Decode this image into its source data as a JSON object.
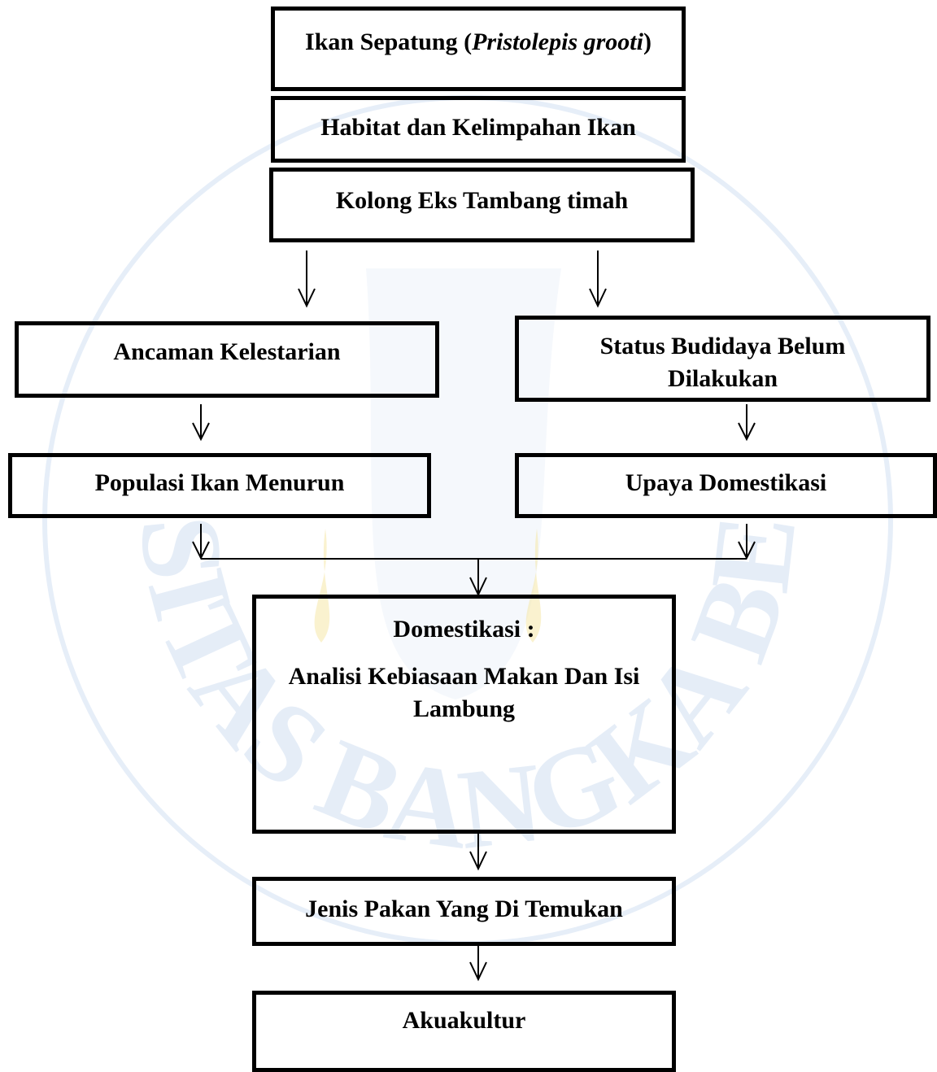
{
  "diagram": {
    "title_box": {
      "prefix": "Ikan Sepatung (",
      "italic": "Pristolepis grooti",
      "suffix": ")"
    },
    "habitat": "Habitat dan Kelimpahan Ikan",
    "kolong": "Kolong Eks Tambang timah",
    "ancaman": "Ancaman Kelestarian",
    "status_budidaya": "Status Budidaya Belum Dilakukan",
    "populasi": "Populasi Ikan Menurun",
    "upaya": "Upaya Domestikasi",
    "domestikasi": {
      "heading": "Domestikasi :",
      "detail": "Analisi Kebiasaan Makan Dan Isi Lambung"
    },
    "jenis_pakan": "Jenis Pakan Yang Di Temukan",
    "akuakultur": "Akuakultur"
  },
  "watermark": {
    "text": "UNIVERSITAS BANGKA BELITUNG",
    "color": "#c7d8ee",
    "accent": "#f6e6a0"
  }
}
